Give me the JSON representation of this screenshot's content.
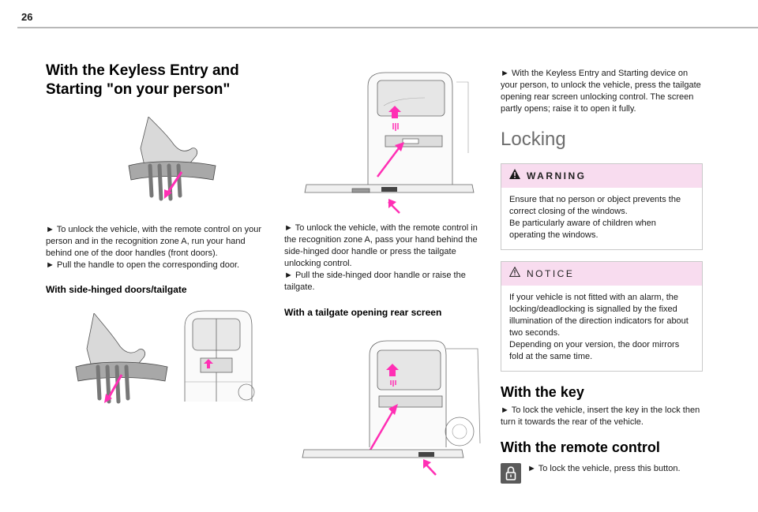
{
  "page": {
    "number": "26"
  },
  "col1": {
    "title": "With the Keyless Entry and Starting \"on your person\"",
    "p1": "► To unlock the vehicle, with the remote control on your person and in the recognition zone A, run your hand behind one of the door handles (front doors).",
    "p2": "► Pull the handle to open the corresponding door.",
    "subtitle": "With side-hinged doors/tailgate"
  },
  "col2": {
    "p1": "► To unlock the vehicle, with the remote control in the recognition zone A, pass your hand behind the side-hinged door handle or press the tailgate unlocking control.",
    "p2": "► Pull the side-hinged door handle or raise the tailgate.",
    "subtitle": "With a tailgate opening rear screen"
  },
  "col3": {
    "p1": "► With the Keyless Entry and Starting device on your person, to unlock the vehicle, press the tailgate opening rear screen unlocking control. The screen partly opens; raise it to open it fully.",
    "locking_title": "Locking",
    "warning": {
      "title": "WARNING",
      "line1": "Ensure that no person or object prevents the correct closing of the windows.",
      "line2": "Be particularly aware of children when operating the windows."
    },
    "notice": {
      "title": "NOTICE",
      "line1": "If your vehicle is not fitted with an alarm, the locking/deadlocking is signalled by the fixed illumination of the direction indicators for about two seconds.",
      "line2": "Depending on your version, the door mirrors fold at the same time."
    },
    "key_title": "With the key",
    "key_p": "► To lock the vehicle, insert the key in the lock then turn it towards the rear of the vehicle.",
    "remote_title": "With the remote control",
    "remote_p": "► To lock the vehicle, press this button."
  },
  "colors": {
    "accent_pink": "#ff2fb4",
    "callout_bg": "#f8dcef",
    "rule": "#b8b8b8"
  },
  "icons": [
    "warning-triangle-icon",
    "notice-triangle-icon",
    "padlock-icon",
    "upward-arrow-icon"
  ]
}
